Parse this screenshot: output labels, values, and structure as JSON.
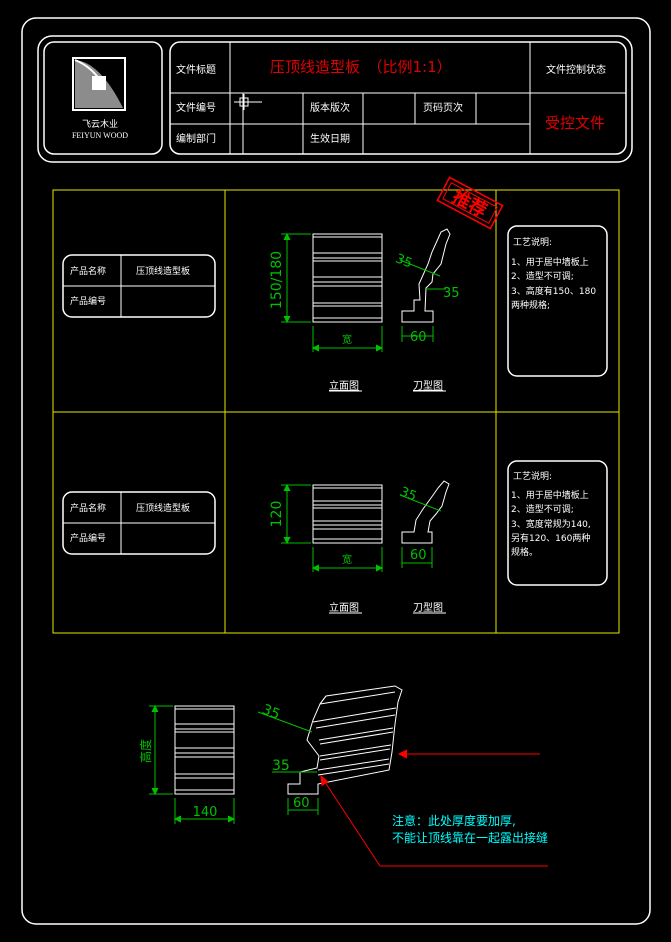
{
  "title_block": {
    "logo_cn": "飞云木业",
    "logo_en": "FEIYUN WOOD",
    "label_doc_title": "文件标题",
    "doc_title": "压顶线造型板　（比例1:1）",
    "label_control_status": "文件控制状态",
    "label_doc_number": "文件编号",
    "label_version": "版本版次",
    "label_page": "页码页次",
    "control_status": "受控文件",
    "label_department": "编制部门",
    "label_effective_date": "生效日期"
  },
  "stamp": "推荐",
  "colors": {
    "frame": "#ffffff",
    "title_red": "#e00000",
    "grid_yellow": "#e6e600",
    "dim_green": "#00c000",
    "note_cyan": "#00ffff",
    "leader_red": "#ff0000"
  },
  "panel1": {
    "product_name_label": "产品名称",
    "product_name": "压顶线造型板",
    "product_code_label": "产品编号",
    "height_dim": "150/180",
    "width_dim": "宽",
    "cut_dim_top": "35",
    "cut_dim_side": "35",
    "cut_dim_base": "60",
    "elevation_label": "立面图",
    "cutter_label": "刀型图",
    "notes_title": "工艺说明:",
    "notes": [
      "1、用于居中墙板上",
      "2、造型不可调;",
      "3、高度有150、180",
      "两种规格;"
    ]
  },
  "panel2": {
    "product_name_label": "产品名称",
    "product_name": "压顶线造型板",
    "product_code_label": "产品编号",
    "height_dim": "120",
    "width_dim": "宽",
    "cut_dim_top": "35",
    "cut_dim_base": "60",
    "elevation_label": "立面图",
    "cutter_label": "刀型图",
    "notes_title": "工艺说明:",
    "notes": [
      "1、用于居中墙板上",
      "2、造型不可调;",
      "3、宽度常规为140,",
      "另有120、160两种",
      "规格。"
    ]
  },
  "detail": {
    "height_dim": "高度",
    "width_dim": "140",
    "dim_35_top": "35",
    "dim_35_side": "35",
    "dim_60": "60",
    "note_line1": "注意：此处厚度要加厚,",
    "note_line2": "不能让顶线靠在一起露出接缝"
  }
}
